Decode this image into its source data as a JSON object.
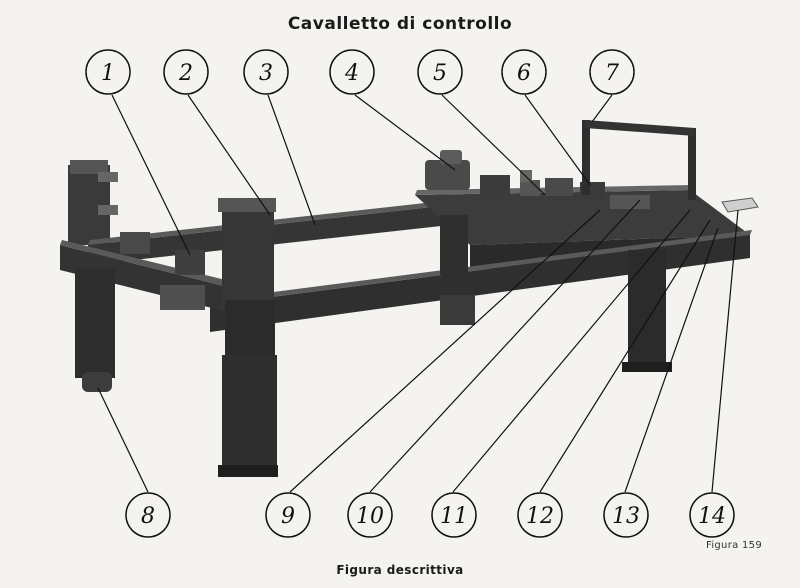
{
  "title": "Cavalletto di controllo",
  "caption": "Figura descrittiva",
  "figure_number": "Figura 159",
  "callouts": [
    "1",
    "2",
    "3",
    "4",
    "5",
    "6",
    "7",
    "8",
    "9",
    "10",
    "11",
    "12",
    "13",
    "14"
  ],
  "colors": {
    "paper": "#f4f3ef",
    "ink": "#111111",
    "metal_dark": "#2b2b2b",
    "metal_mid": "#4a4a4a",
    "metal_light": "#6a6a6a"
  }
}
